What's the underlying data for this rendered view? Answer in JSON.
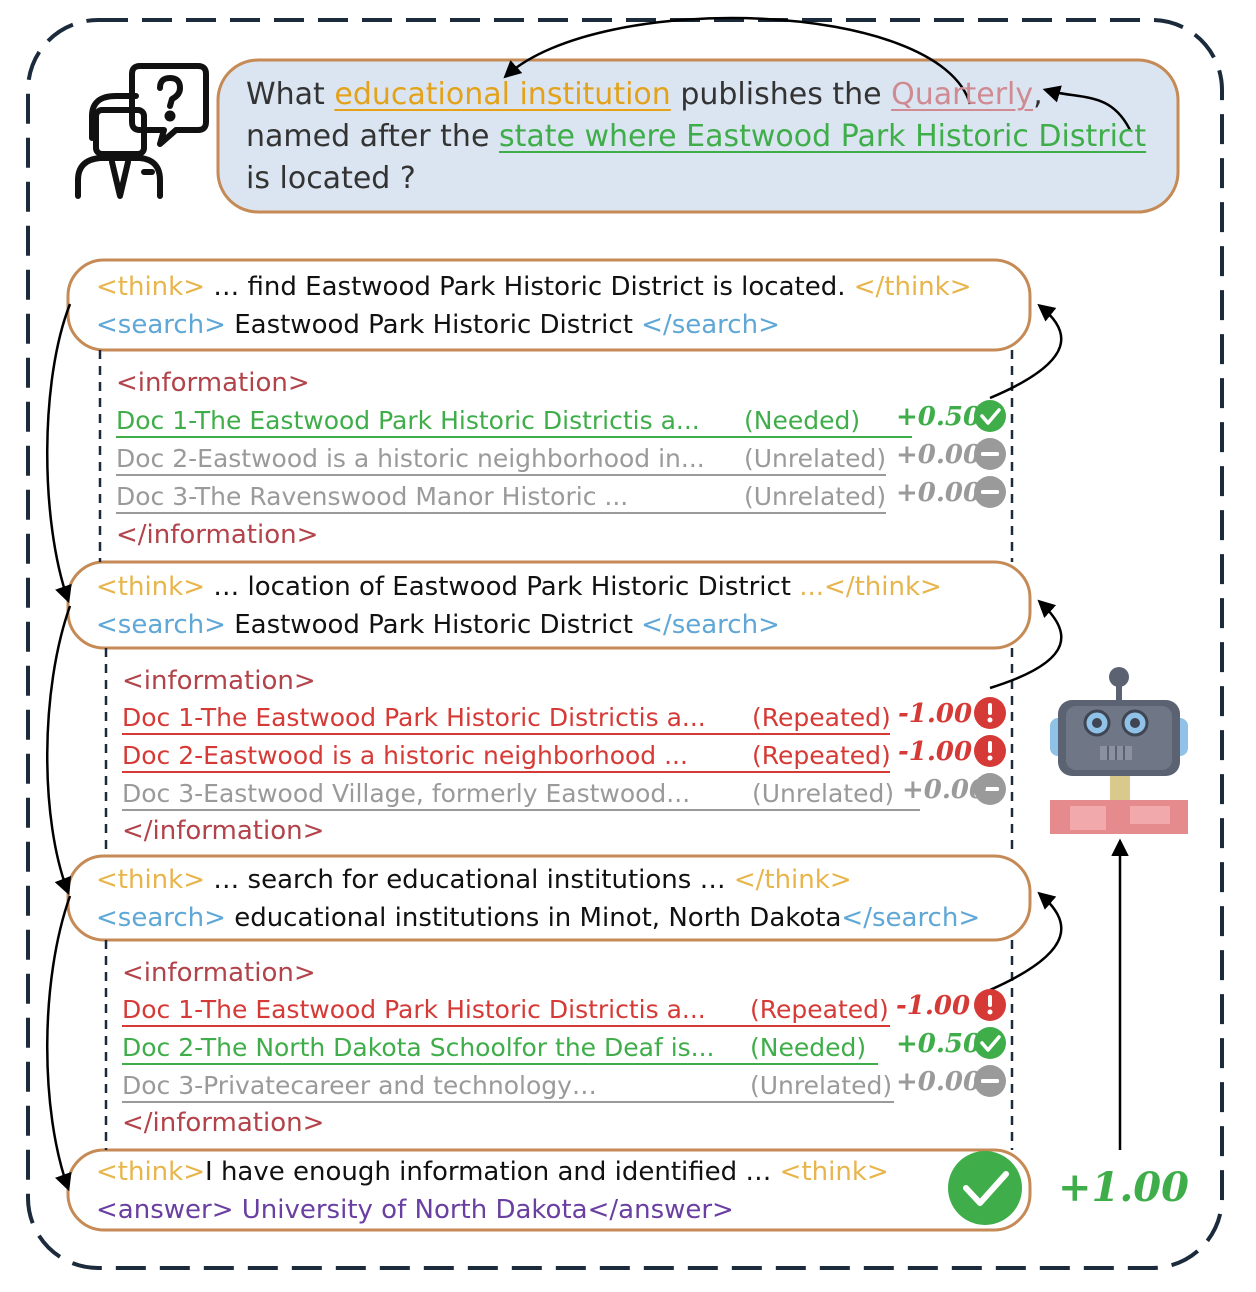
{
  "colors": {
    "needed": "#3fae4a",
    "unrelated": "#9a9a9a",
    "repeated": "#d63a36",
    "think_tag": "#e8b54c",
    "search_tag": "#5fa7d6",
    "information_tag": "#b2434a",
    "answer_tag": "#6a3fa2",
    "box_border": "#c58a55",
    "question_bg": "#dbe5f1"
  },
  "question": {
    "w1": "What ",
    "h1": "educational institution",
    "w2": " publishes the ",
    "h2": "Quarterly",
    "w3": ",",
    "line2a": "named after the ",
    "h3": "state where Eastwood Park Historic District",
    "line3": "is located ?"
  },
  "steps": [
    {
      "think_open": "<think>",
      "think_text": " … find Eastwood Park Historic District is located. ",
      "think_close": "</think>",
      "search_open": "<search>",
      "search_text": " Eastwood Park Historic District ",
      "search_close": "</search>",
      "info_open": "<information>",
      "info_close": "</information>",
      "docs": [
        {
          "text": "Doc 1-The Eastwood Park Historic Districtis a...",
          "label": "(Needed)",
          "score": "+0.50",
          "status": "needed",
          "icon": "check-circle-icon"
        },
        {
          "text": "Doc 2-Eastwood is a historic neighborhood in...",
          "label": "(Unrelated)",
          "score": "+0.00",
          "status": "unrelated",
          "icon": "minus-circle-icon"
        },
        {
          "text": "Doc 3-The Ravenswood Manor Historic ...",
          "label": "(Unrelated)",
          "score": "+0.00",
          "status": "unrelated",
          "icon": "minus-circle-icon"
        }
      ]
    },
    {
      "think_open": "<think>",
      "think_text": " … location of Eastwood Park Historic District ",
      "think_dots": "...",
      "think_close": "</think>",
      "search_open": "<search>",
      "search_text": " Eastwood Park Historic District ",
      "search_close": "</search>",
      "info_open": "<information>",
      "info_close": "</information>",
      "docs": [
        {
          "text": "Doc 1-The Eastwood Park Historic Districtis a...",
          "label": "(Repeated)",
          "score": "-1.00",
          "status": "repeated",
          "icon": "exclamation-circle-icon"
        },
        {
          "text": "Doc 2-Eastwood is a historic neighborhood ...",
          "label": "(Repeated)",
          "score": "-1.00",
          "status": "repeated",
          "icon": "exclamation-circle-icon"
        },
        {
          "text": "Doc 3-Eastwood Village, formerly Eastwood...",
          "label": "(Unrelated)",
          "score": "+0.00",
          "status": "unrelated",
          "icon": "minus-circle-icon"
        }
      ]
    },
    {
      "think_open": "<think>",
      "think_text": " … search for educational institutions … ",
      "think_close": "</think>",
      "search_open": "<search>",
      "search_text": " educational institutions in Minot, North Dakota",
      "search_close": "</search>",
      "info_open": "<information>",
      "info_close": "</information>",
      "docs": [
        {
          "text": "Doc 1-The Eastwood Park Historic Districtis a...",
          "label": "(Repeated)",
          "score": "-1.00",
          "status": "repeated",
          "icon": "exclamation-circle-icon"
        },
        {
          "text": "Doc 2-The North Dakota Schoolfor the Deaf is...",
          "label": "(Needed)",
          "score": "+0.50",
          "status": "needed",
          "icon": "check-circle-icon"
        },
        {
          "text": "Doc 3-Privatecareer and technology…",
          "label": "(Unrelated)",
          "score": "+0.00",
          "status": "unrelated",
          "icon": "minus-circle-icon"
        }
      ]
    }
  ],
  "final": {
    "think_open": "<think>",
    "think_text": "I have enough information and identified … ",
    "think_close": "<think>",
    "answer_open": "<answer>",
    "answer_text": " University of North Dakota",
    "answer_close": "</answer>",
    "score": "+1.00"
  }
}
